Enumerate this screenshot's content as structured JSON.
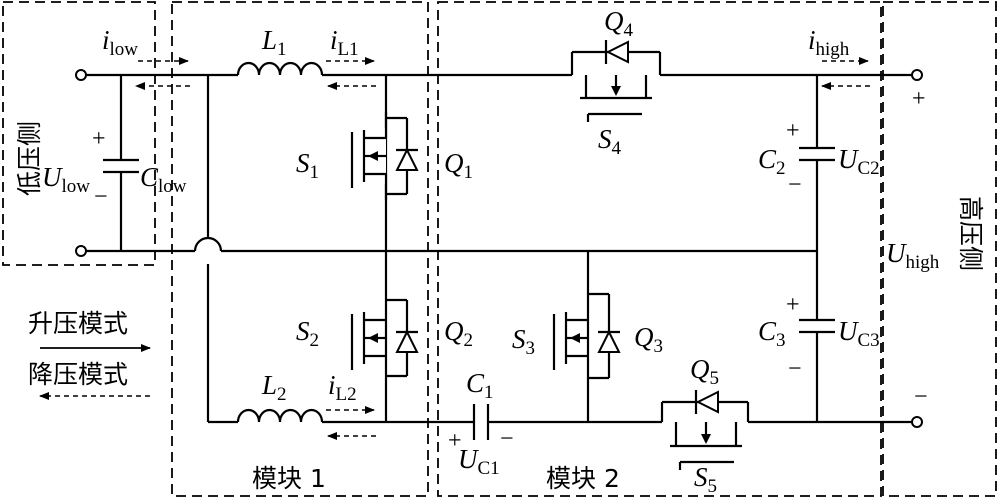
{
  "left_side": "低压侧",
  "right_side": "高压侧",
  "boost_mode": "升压模式",
  "buck_mode": "降压模式",
  "module1": "模块 1",
  "module2": "模块 2",
  "labels": {
    "i_low": {
      "main": "i",
      "sub": "low"
    },
    "L1": {
      "main": "L",
      "sub": "1"
    },
    "iL1": {
      "main": "i",
      "sub": "L1"
    },
    "Q4": {
      "main": "Q",
      "sub": "4"
    },
    "i_high": {
      "main": "i",
      "sub": "high"
    },
    "U_low": {
      "main": "U",
      "sub": "low"
    },
    "C_low": {
      "main": "C",
      "sub": "low"
    },
    "S1": {
      "main": "S",
      "sub": "1"
    },
    "Q1": {
      "main": "Q",
      "sub": "1"
    },
    "S4": {
      "main": "S",
      "sub": "4"
    },
    "C2": {
      "main": "C",
      "sub": "2"
    },
    "UC2": {
      "main": "U",
      "sub": "C2"
    },
    "U_high": {
      "main": "U",
      "sub": "high"
    },
    "S2": {
      "main": "S",
      "sub": "2"
    },
    "Q2": {
      "main": "Q",
      "sub": "2"
    },
    "S3": {
      "main": "S",
      "sub": "3"
    },
    "Q3": {
      "main": "Q",
      "sub": "3"
    },
    "C3": {
      "main": "C",
      "sub": "3"
    },
    "UC3": {
      "main": "U",
      "sub": "C3"
    },
    "L2": {
      "main": "L",
      "sub": "2"
    },
    "iL2": {
      "main": "i",
      "sub": "L2"
    },
    "C1": {
      "main": "C",
      "sub": "1"
    },
    "UC1": {
      "main": "U",
      "sub": "C1"
    },
    "Q5": {
      "main": "Q",
      "sub": "5"
    },
    "S5": {
      "main": "S",
      "sub": "5"
    }
  },
  "signs": {
    "plus": "+",
    "minus": "−"
  }
}
